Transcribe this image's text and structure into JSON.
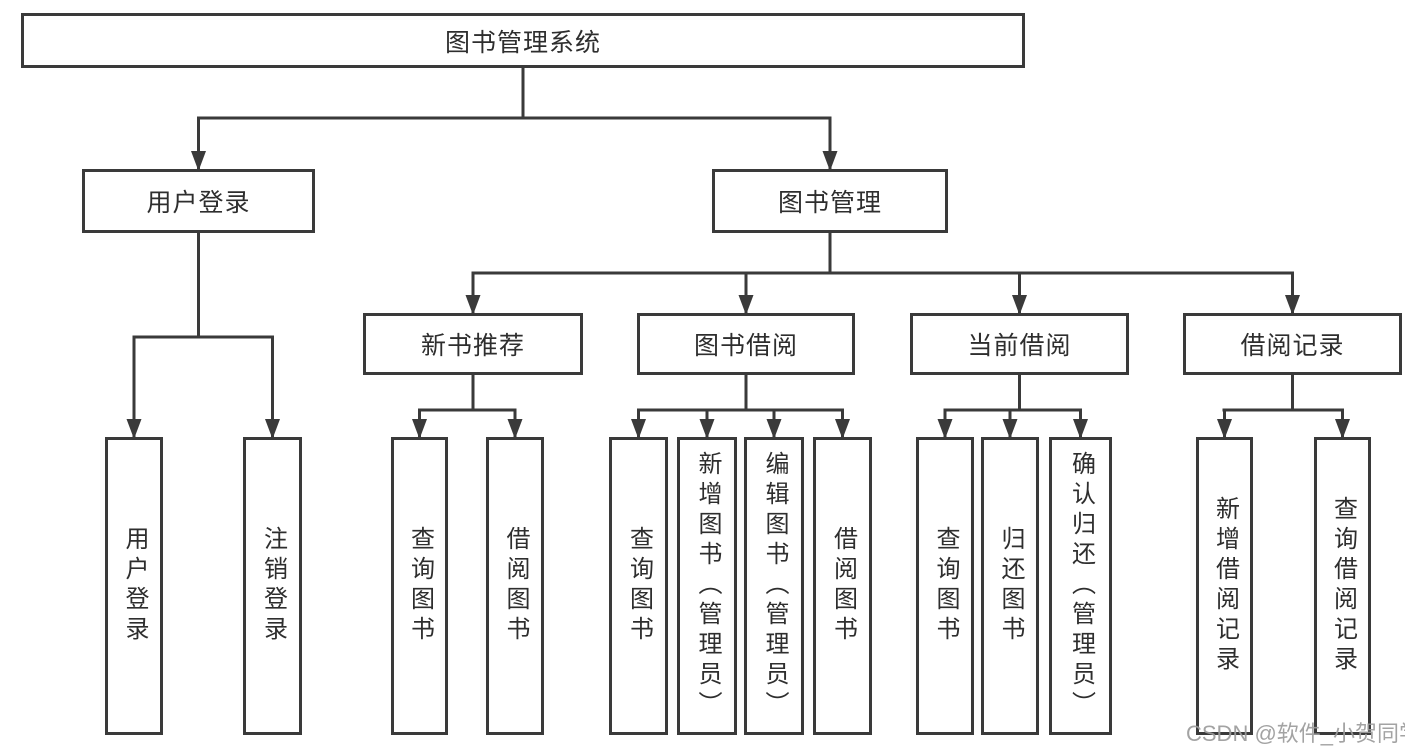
{
  "diagram": {
    "root": {
      "label": "图书管理系统"
    },
    "branches": [
      {
        "label": "用户登录",
        "children": [
          {
            "label": "用户登录"
          },
          {
            "label": "注销登录"
          }
        ]
      },
      {
        "label": "图书管理",
        "children": [
          {
            "label": "新书推荐",
            "children": [
              {
                "label": "查询图书"
              },
              {
                "label": "借阅图书"
              }
            ]
          },
          {
            "label": "图书借阅",
            "children": [
              {
                "label": "查询图书"
              },
              {
                "label": "新增图书（管理员）"
              },
              {
                "label": "编辑图书（管理员）"
              },
              {
                "label": "借阅图书"
              }
            ]
          },
          {
            "label": "当前借阅",
            "children": [
              {
                "label": "查询图书"
              },
              {
                "label": "归还图书"
              },
              {
                "label": "确认归还（管理员）"
              }
            ]
          },
          {
            "label": "借阅记录",
            "children": [
              {
                "label": "新增借阅记录"
              },
              {
                "label": "查询借阅记录"
              }
            ]
          }
        ]
      }
    ]
  },
  "colors": {
    "line": "#3a3a3a",
    "text": "#2e2e2e",
    "watermark": "#9c9c9c"
  },
  "watermark": {
    "text": "CSDN @软件_小贺同学"
  }
}
